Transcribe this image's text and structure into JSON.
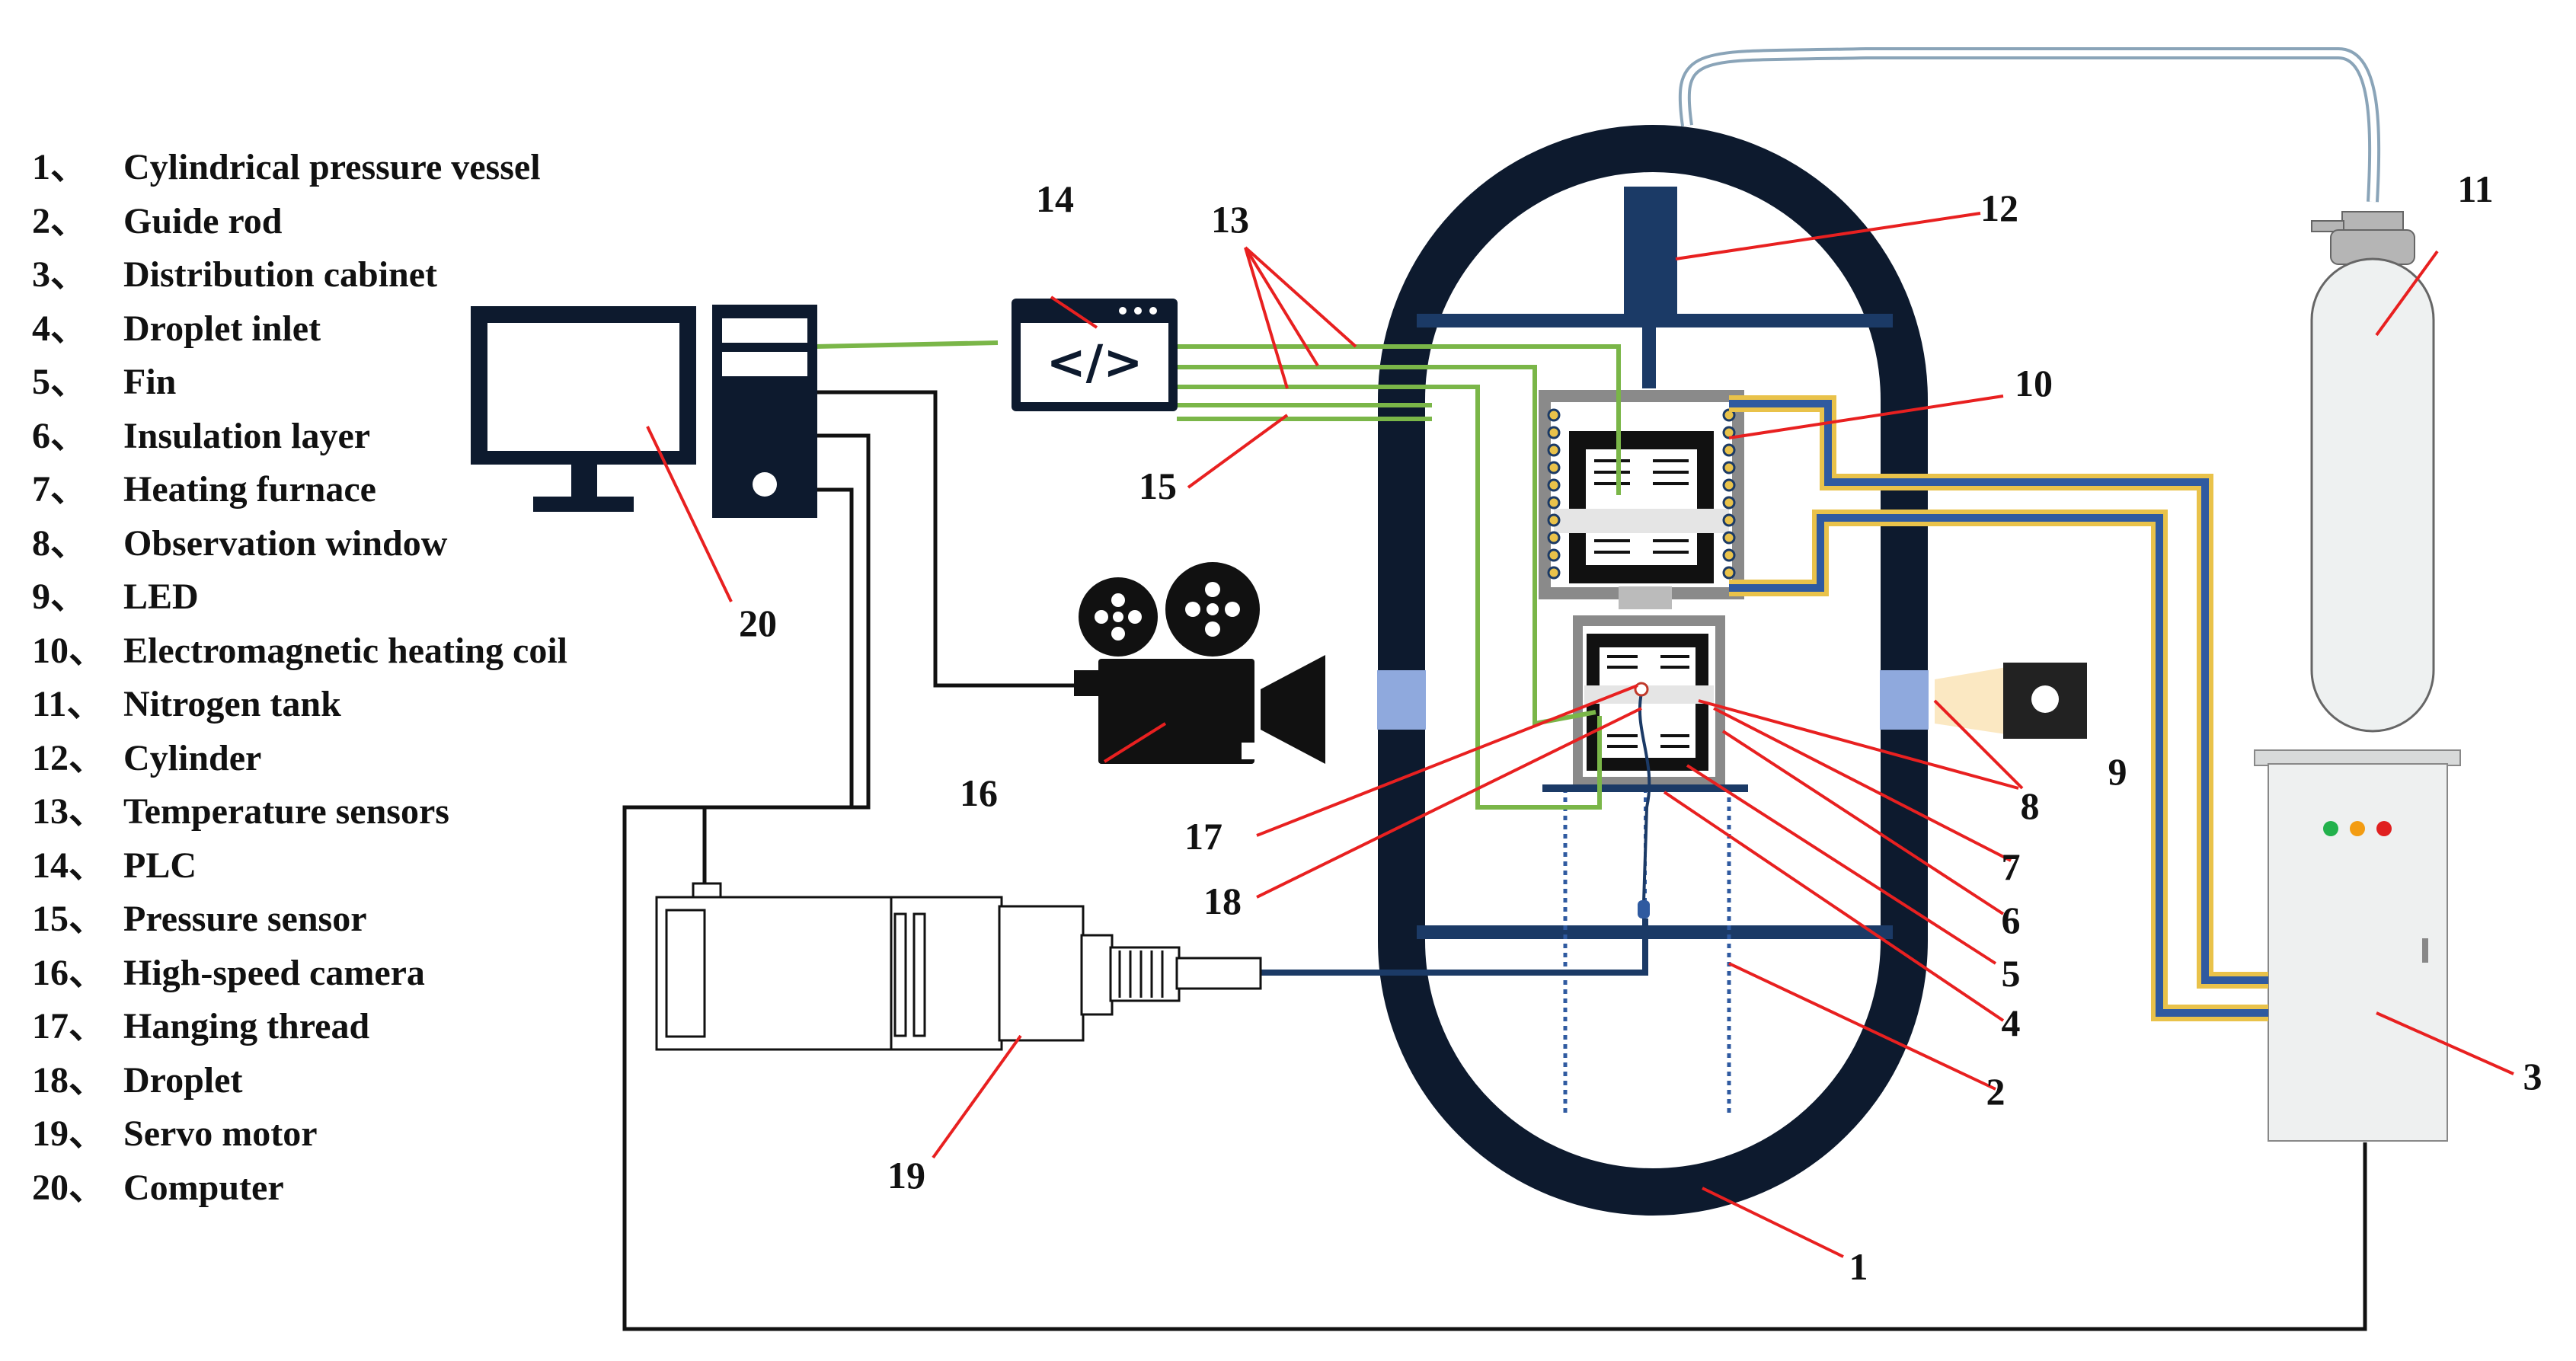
{
  "legend": [
    {
      "num": "1、",
      "text": "Cylindrical pressure vessel"
    },
    {
      "num": "2、",
      "text": "Guide rod"
    },
    {
      "num": "3、",
      "text": "Distribution cabinet"
    },
    {
      "num": "4、",
      "text": "Droplet inlet"
    },
    {
      "num": "5、",
      "text": "Fin"
    },
    {
      "num": "6、",
      "text": "Insulation layer"
    },
    {
      "num": "7、",
      "text": "Heating furnace"
    },
    {
      "num": "8、",
      "text": "Observation window"
    },
    {
      "num": "9、",
      "text": "LED"
    },
    {
      "num": "10、",
      "text": "Electromagnetic heating coil"
    },
    {
      "num": "11、",
      "text": "Nitrogen tank"
    },
    {
      "num": "12、",
      "text": "Cylinder"
    },
    {
      "num": "13、",
      "text": "Temperature sensors"
    },
    {
      "num": "14、",
      "text": "PLC"
    },
    {
      "num": "15、",
      "text": "Pressure sensor"
    },
    {
      "num": "16、",
      "text": "High-speed camera"
    },
    {
      "num": "17、",
      "text": "Hanging thread"
    },
    {
      "num": "18、",
      "text": "Droplet"
    },
    {
      "num": "19、",
      "text": "Servo motor"
    },
    {
      "num": "20、",
      "text": "Computer"
    }
  ],
  "callouts": {
    "c1": "1",
    "c2": "2",
    "c3": "3",
    "c4": "4",
    "c5": "5",
    "c6": "6",
    "c7": "7",
    "c8": "8",
    "c9": "9",
    "c10": "10",
    "c11": "11",
    "c12": "12",
    "c13": "13",
    "c14": "14",
    "c15": "15",
    "c16": "16",
    "c17": "17",
    "c18": "18",
    "c19": "19",
    "c20": "20"
  },
  "plc_symbol": "</>",
  "colors": {
    "vessel": "#0d1a2e",
    "frame": "#1b3a66",
    "sensor_wire": "#7ab648",
    "leader_line": "#e82020",
    "window": "#8fa9dd",
    "cabinet_body": "#eef0f0",
    "tank": "#eef1f1",
    "led_light": "#fbe8c2",
    "coil": "#e9c24a",
    "led_green": "#22b14c",
    "led_orange": "#f39c12",
    "led_red": "#e02020"
  }
}
